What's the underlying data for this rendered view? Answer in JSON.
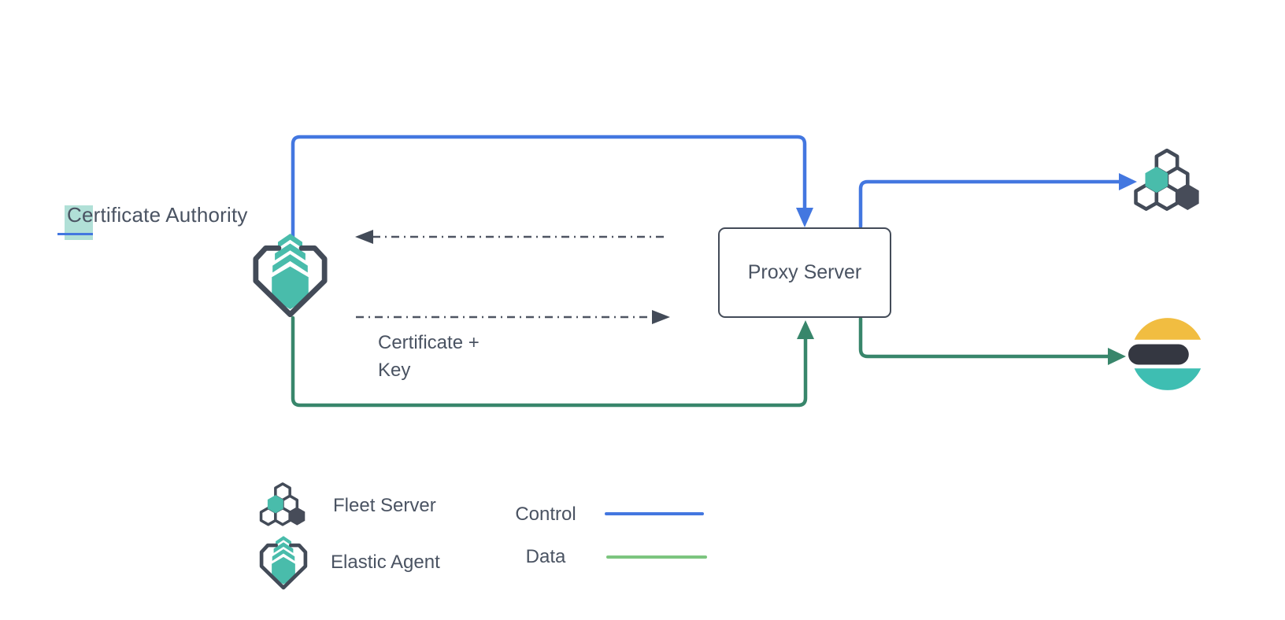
{
  "diagram": {
    "title_node": {
      "label": "Certificate Authority",
      "highlighted_char": "C"
    },
    "proxy_server": {
      "label": "Proxy Server"
    },
    "certificate_key_label": {
      "line1": "Certificate +",
      "line2": "Key"
    },
    "icons": {
      "elastic_agent": "elastic-agent-icon",
      "fleet_server": "fleet-server-icon",
      "elasticsearch": "elasticsearch-logo"
    },
    "legend": {
      "items": [
        {
          "icon": "fleet-server-icon",
          "label": "Fleet Server"
        },
        {
          "icon": "elastic-agent-icon",
          "label": "Elastic Agent"
        }
      ],
      "lines": [
        {
          "label": "Control",
          "color": "#4377e0"
        },
        {
          "label": "Data",
          "color": "#7cc57f"
        }
      ]
    },
    "colors": {
      "control_line": "#4377e0",
      "data_line_diagram": "#38866b",
      "data_line_legend": "#7cc57f",
      "outline_dark": "#434b58",
      "text": "#4a5362",
      "teal": "#49bcab",
      "dashed_connector": "#4f5562",
      "highlight_fill": "rgba(93,191,171,0.48)",
      "es_yellow": "#f1bd41",
      "es_dark": "#343741",
      "es_teal": "#3ebeb2"
    }
  }
}
